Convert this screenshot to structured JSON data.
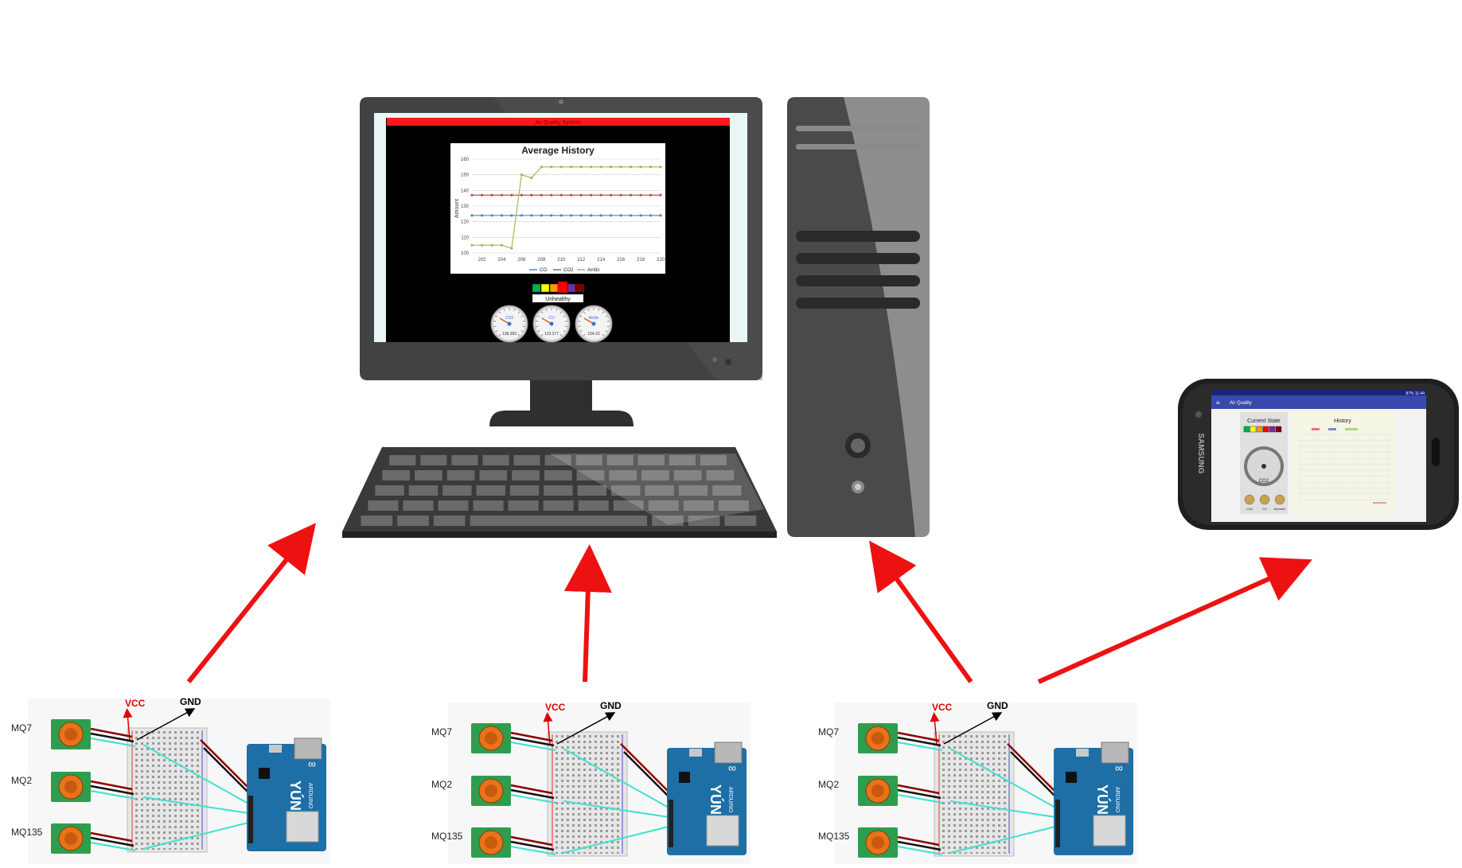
{
  "desktop_screen": {
    "topbar_title": "Air Quality System",
    "chart_data": {
      "type": "line",
      "title": "Average History",
      "ylabel": "Amount",
      "xlabel": "",
      "ylim": [
        100,
        160
      ],
      "yticks": [
        100,
        110,
        120,
        130,
        140,
        150,
        160
      ],
      "xticks": [
        202,
        204,
        206,
        208,
        210,
        212,
        214,
        216,
        218,
        220
      ],
      "x": [
        201,
        202,
        203,
        204,
        205,
        206,
        207,
        208,
        209,
        210,
        211,
        212,
        213,
        214,
        215,
        216,
        217,
        218,
        219,
        220
      ],
      "series": [
        {
          "name": "CO",
          "color": "#4f81bd",
          "values": [
            124,
            124,
            124,
            124,
            124,
            124,
            124,
            124,
            124,
            124,
            124,
            124,
            124,
            124,
            124,
            124,
            124,
            124,
            124,
            124
          ]
        },
        {
          "name": "CO2",
          "color": "#c0504d",
          "values": [
            137,
            137,
            137,
            137,
            137,
            137,
            137,
            137,
            137,
            137,
            137,
            137,
            137,
            137,
            137,
            137,
            137,
            137,
            137,
            137
          ]
        },
        {
          "name": "AirIdx",
          "color": "#9bbb59",
          "values": [
            105,
            105,
            105,
            105,
            103,
            150,
            148,
            155,
            155,
            155,
            155,
            155,
            155,
            155,
            155,
            155,
            155,
            155,
            155,
            155
          ]
        }
      ],
      "legend": "bottom"
    },
    "status_label": "Unhealthy",
    "status_colors": [
      "#00b050",
      "#ffff00",
      "#ff9900",
      "#ff0000",
      "#7030a0",
      "#800000"
    ],
    "gauges": [
      {
        "name": "CO2",
        "value": "138.383"
      },
      {
        "name": "CO",
        "value": "123.377"
      },
      {
        "name": "AirIdx",
        "value": "154.22"
      }
    ]
  },
  "phone_screen": {
    "brand": "SAMSUNG",
    "status_text": "87% 11:44",
    "app_title": "Air Quality",
    "current_state_title": "Current State",
    "gauge_name": "CO2",
    "small_gauges": [
      "CO2",
      "CO",
      "AirIndex"
    ],
    "history_title": "History"
  },
  "sensor_labels": [
    "MQ7",
    "MQ2",
    "MQ135"
  ],
  "pin_labels": {
    "vcc": "VCC",
    "gnd": "GND"
  },
  "board_label": "YÚN",
  "board_logo_text": "ARDUINO",
  "colors": {
    "arrow": "#ee1111",
    "wire_cyan": "#40e0d0",
    "sensor_green": "#2e9e4e",
    "sensor_orange": "#e8731a",
    "board_blue": "#1d6fa5",
    "monitor_dark": "#424242",
    "tower": "#4a4a4a"
  }
}
